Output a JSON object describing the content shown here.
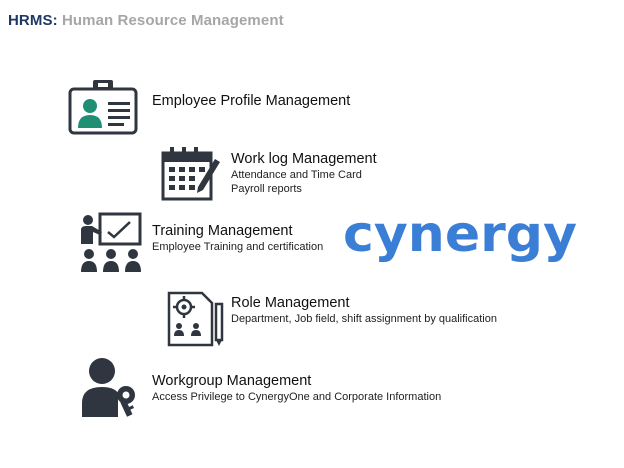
{
  "header": {
    "abbr": "HRMS:",
    "full": "Human Resource Management"
  },
  "items": [
    {
      "title": "Employee Profile Management",
      "icon": "id-card-icon"
    },
    {
      "title": "Work log Management",
      "sub1": "Attendance and Time Card",
      "sub2": "Payroll reports",
      "icon": "calendar-edit-icon"
    },
    {
      "title": "Training Management",
      "sub1": "Employee Training and certification",
      "icon": "classroom-icon"
    },
    {
      "title": "Role Management",
      "sub1": "Department, Job field, shift assignment by qualification",
      "icon": "org-settings-document-icon"
    },
    {
      "title": "Workgroup Management",
      "sub1": "Access Privilege to CynergyOne and Corporate Information",
      "icon": "user-key-icon"
    }
  ],
  "logo": {
    "text": "cynergy",
    "color": "#3a7fd5"
  },
  "colors": {
    "abbr": "#1f3864",
    "subtitle": "#a6a6a6",
    "accent_teal": "#1e8f73",
    "icon_dark": "#2f3640"
  }
}
